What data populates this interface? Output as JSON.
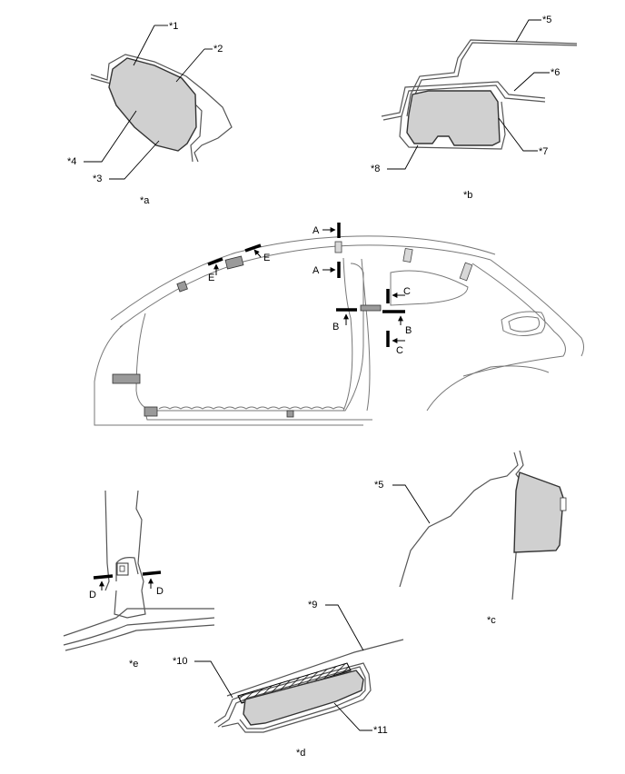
{
  "callouts": {
    "c1": "*1",
    "c2": "*2",
    "c3": "*3",
    "c4": "*4",
    "c5a": "*5",
    "c6": "*6",
    "c7": "*7",
    "c8": "*8",
    "c5b": "*5",
    "c9": "*9",
    "c10": "*10",
    "c11": "*11"
  },
  "captions": {
    "a": "*a",
    "b": "*b",
    "c": "*c",
    "d": "*d",
    "e": "*e"
  },
  "sections": {
    "a_top": "A",
    "a_bottom": "A",
    "b_left": "B",
    "b_right": "B",
    "c_top": "C",
    "c_bottom": "C",
    "d_left": "D",
    "d_right": "D",
    "e_left": "E",
    "e_right": "E"
  }
}
